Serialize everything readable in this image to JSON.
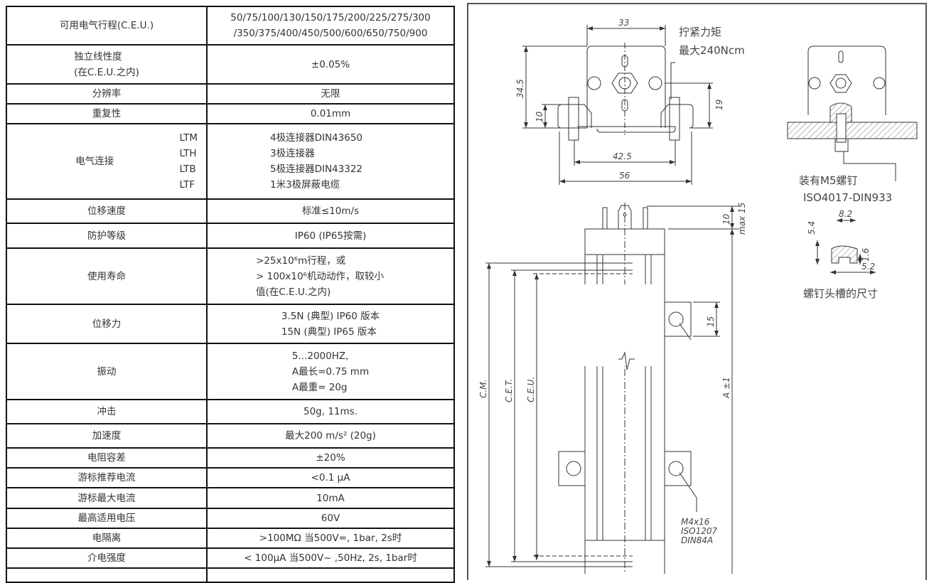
{
  "spec_table": {
    "rows": [
      {
        "label": "可用电气行程(C.E.U.)",
        "value_lines": [
          "50/75/100/130/150/175/200/225/275/300",
          "/350/375/400/450/500/600/650/750/900"
        ]
      },
      {
        "label_lines": [
          "独立线性度",
          "(在C.E.U.之内)"
        ],
        "value": "±0.05%"
      },
      {
        "label": "分辨率",
        "value": "无限"
      },
      {
        "label": "重复性",
        "value": "0.01mm"
      },
      {
        "label": "电气连接",
        "codes": [
          "LTM",
          "LTH",
          "LTB",
          "LTF"
        ],
        "value_lines": [
          "4极连接器DIN43650",
          "3极连接器",
          "5极连接器DIN43322",
          "1米3极屏蔽电缆"
        ]
      },
      {
        "label": "位移速度",
        "value": "标准≤10m/s"
      },
      {
        "label": "防护等级",
        "value": "IP60 (IP65按需)"
      },
      {
        "label": "使用寿命",
        "value_lines": [
          ">25x10⁶m行程，或",
          "> 100x10⁶机动动作，取较小",
          "值(在C.E.U.之内)"
        ]
      },
      {
        "label": "位移力",
        "value_lines": [
          "3.5N (典型) IP60 版本",
          "15N  (典型) IP65 版本"
        ]
      },
      {
        "label": "振动",
        "value_lines": [
          "5...2000HZ,",
          "A最长=0.75 mm",
          "A最重= 20g"
        ]
      },
      {
        "label": "冲击",
        "value": "50g, 11ms."
      },
      {
        "label": "加速度",
        "value": "最大200 m/s² (20g)"
      },
      {
        "label": "电阻容差",
        "value": "±20%"
      },
      {
        "label": "游标推荐电流",
        "value": "<0.1 µA"
      },
      {
        "label": "游标最大电流",
        "value": "10mA"
      },
      {
        "label": "最高适用电压",
        "value": "60V"
      },
      {
        "label": "电隔离",
        "value": ">100MΩ 当500V=, 1bar, 2s时"
      },
      {
        "label": "介电强度",
        "value": "< 100µA  当500V~ ,50Hz, 2s, 1bar时"
      }
    ]
  },
  "drawing": {
    "torque_lines": [
      "拧紧力矩",
      "最大240Ncm"
    ],
    "dims_top": [
      "33",
      "34.5",
      "10",
      "19",
      "42.5",
      "56"
    ],
    "screw_lines": [
      "装有M5螺钉",
      "ISO4017-DIN933"
    ],
    "slot_dims": [
      "8.2",
      "5.4",
      "1.6",
      "5.2"
    ],
    "slot_caption": "螺钉头槽的尺寸",
    "dims_body": [
      "10",
      "max  15",
      "15",
      "C.M.",
      "C.E.T.",
      "C.E.U.",
      "A ±1"
    ],
    "mount_screw_lines": [
      "M4x16",
      "ISO1207",
      "DIN84A"
    ]
  }
}
